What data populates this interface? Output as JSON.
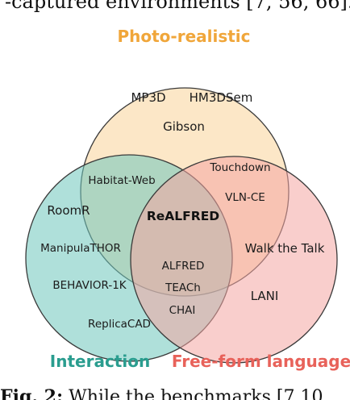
{
  "top_text": "-captured environments [7, 56, 66].",
  "bottom_text_bold": "Fig. 2:",
  "bottom_text": "While the benchmarks [7,10",
  "colors": {
    "photo_fill": "#fbe3bd",
    "interaction_fill": "#7fcfc4",
    "language_fill": "#f6b7b4",
    "photo_title": "#f0a63a",
    "interaction_title": "#2a9d8f",
    "language_title": "#e8625a"
  },
  "sets": {
    "photo": {
      "title": "Photo-realistic",
      "items": [
        "MP3D",
        "HM3DSem",
        "Gibson"
      ]
    },
    "interaction": {
      "title": "Interaction",
      "items": [
        "RoomR",
        "ManipulaTHOR",
        "BEHAVIOR-1K",
        "ReplicaCAD"
      ]
    },
    "language": {
      "title": "Free-form language",
      "items": [
        "Walk the Talk",
        "LANI"
      ]
    }
  },
  "overlaps": {
    "photo_interaction": [
      "Habitat-Web"
    ],
    "photo_language": [
      "Touchdown",
      "VLN-CE"
    ],
    "interaction_language": [
      "ALFRED",
      "TEACh",
      "CHAI"
    ],
    "center": "ReALFRED"
  }
}
